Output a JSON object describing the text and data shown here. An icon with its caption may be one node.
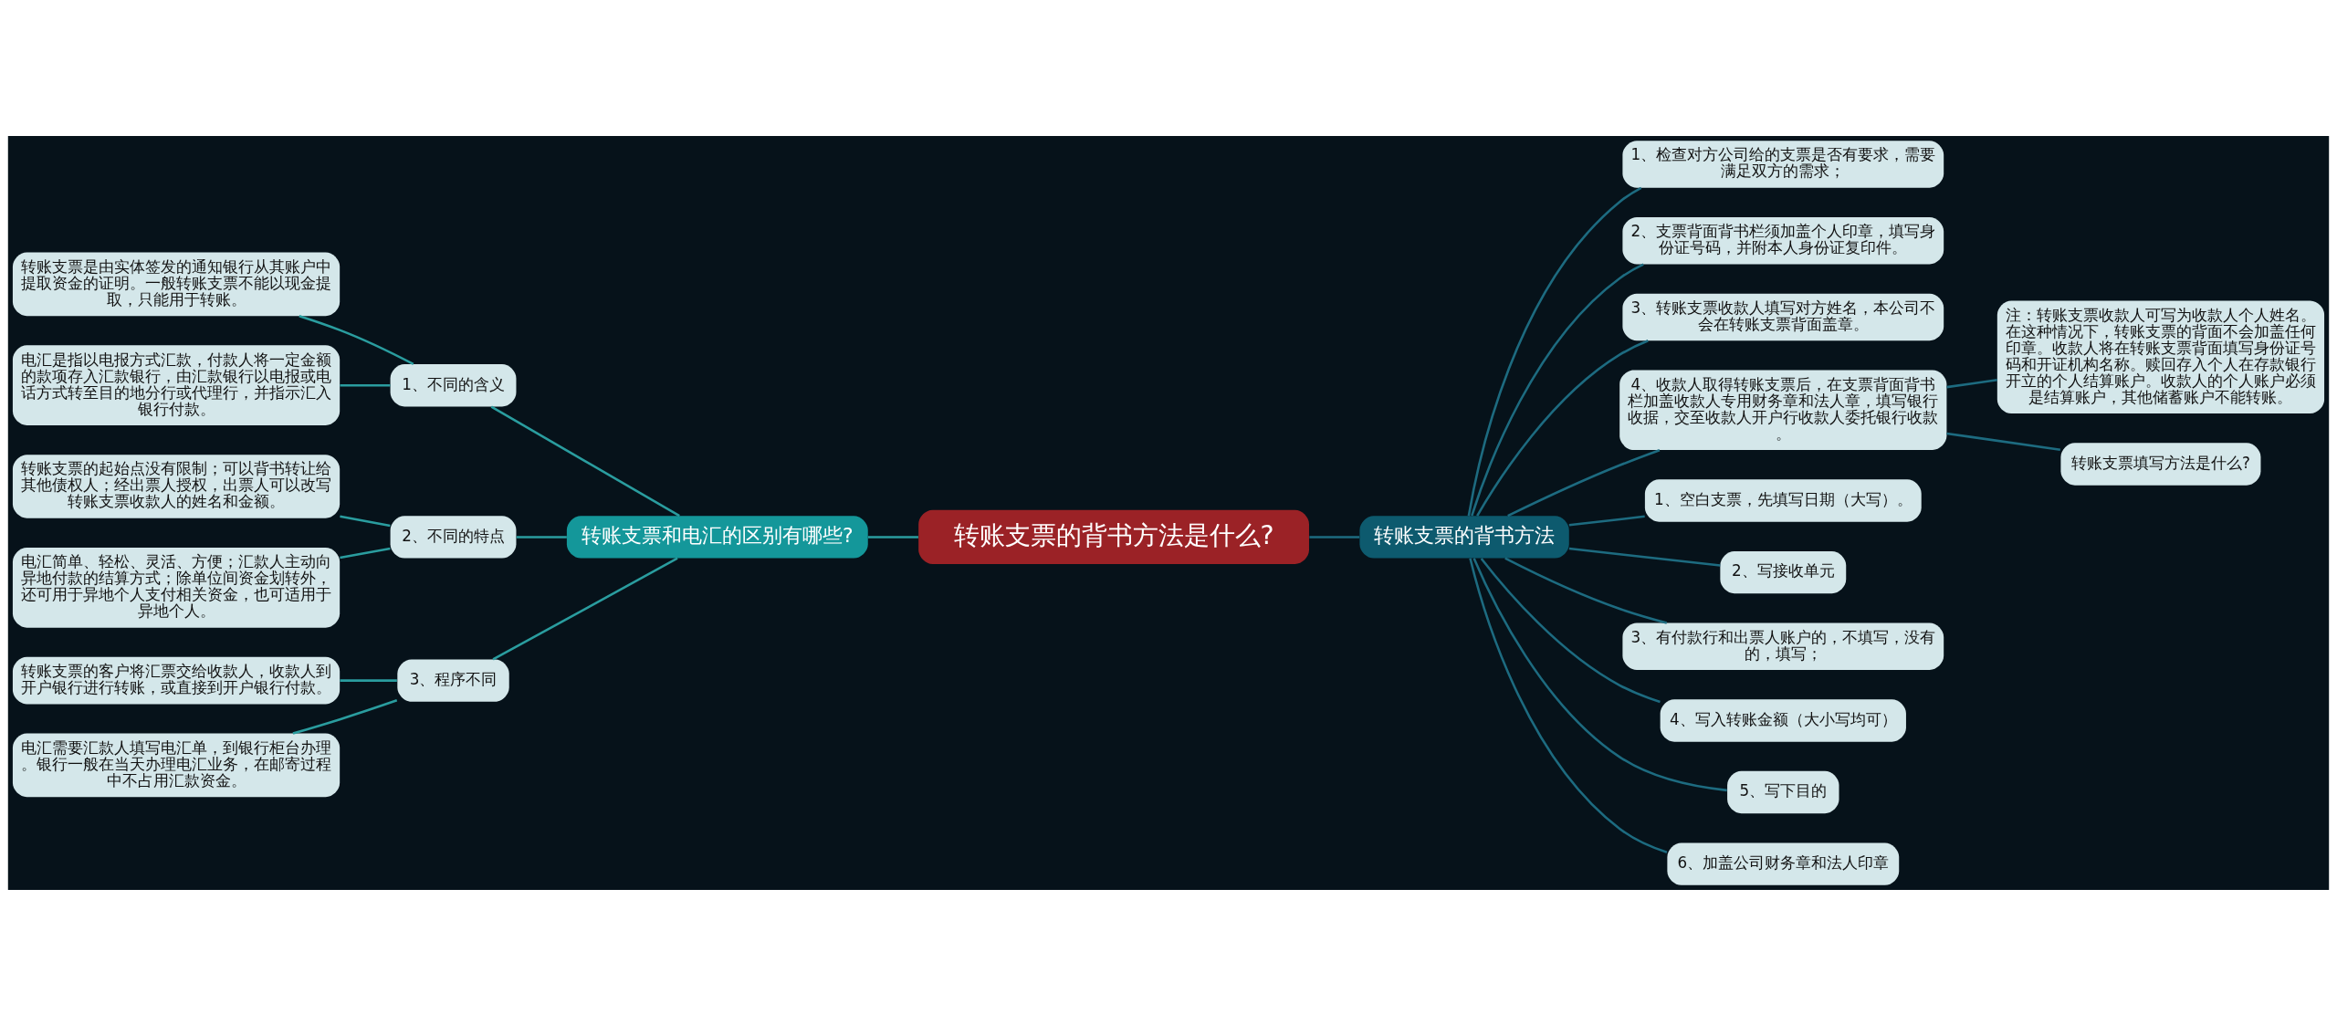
{
  "diagram": {
    "nodes": [
      {
        "text": [
          "转账支票的背书方法是什么?"
        ]
      },
      {
        "text": [
          "转账支票和电汇的区别有哪些?"
        ]
      },
      {
        "text": [
          "1、不同的含义"
        ]
      },
      {
        "text": [
          "转账支票是由实体签发的通知银行从其账户中提取资金的证明。一般转账支票不能以现金提取，只能用于转账。"
        ]
      },
      {
        "text": [
          "电汇是指以电报方式汇款，付款人将一定金额的款项存入汇款银行，由汇款银行以电报或电话方式转至目的地分行或代理行，并指示汇入银行付款。"
        ]
      },
      {
        "text": [
          "2、不同的特点"
        ]
      },
      {
        "text": [
          "转账支票的起始点没有限制；可以背书转让给其他债权人；经出票人授权，出票人可以改写转账支票收款人的姓名和金额。"
        ]
      },
      {
        "text": [
          "电汇简单、轻松、灵活、方便；汇款人主动向异地付款的结算方式；除单位间资金划转外，还可用于异地个人支付相关资金，也可适用于异地个人。"
        ]
      },
      {
        "text": [
          "3、程序不同"
        ]
      },
      {
        "text": [
          "转账支票的客户将汇票交给收款人，收款人到开户银行进行转账，或直接到开户银行付款。"
        ]
      },
      {
        "text": [
          "电汇需要汇款人填写电汇单，到银行柜台办理。银行一般在当天办理电汇业务，在邮寄过程中不占用汇款资金。"
        ]
      },
      {
        "text": [
          "转账支票的背书方法"
        ]
      },
      {
        "text": [
          "1、检查对方公司给的支票是否有要求，需要满足双方的需求；"
        ]
      },
      {
        "text": [
          "2、支票背面背书栏须加盖个人印章，填写身份证号码，并附本人身份证复印件。"
        ]
      },
      {
        "text": [
          "3、转账支票收款人填写对方姓名，本公司不会在转账支票背面盖章。"
        ]
      },
      {
        "text": [
          "4、收款人取得转账支票后，在支票背面背书栏加盖收款人专用财务章和法人章，填写银行收据，交至收款人开户行收款人委托银行收款。"
        ]
      },
      {
        "text": [
          "注：转账支票收款人可写为收款人个人姓名。在这种情况下，转账支票的背面不会加盖任何印章。收款人将在转账支票背面填写身份证号码和开证机构名称。赎回存入个人在存款银行开立的个人结算账户。收款人的个人账户必须是结算账户，其他储蓄账户不能转账。"
        ]
      },
      {
        "text": [
          "转账支票填写方法是什么?"
        ]
      },
      {
        "text": [
          "1、空白支票，先填写日期（大写）。"
        ]
      },
      {
        "text": [
          "2、写接收单元"
        ]
      },
      {
        "text": [
          "3、有付款行和出票人账户的，不填写，没有的，填写；"
        ]
      },
      {
        "text": [
          "4、写入转账金额（大小写均可）"
        ]
      },
      {
        "text": [
          "5、写下目的"
        ]
      },
      {
        "text": [
          "6、加盖公司财务章和法人印章"
        ]
      }
    ],
    "edges": [
      {
        "from": 3,
        "to": 2,
        "arrow": "none",
        "color": "#2a9d9f"
      },
      {
        "from": 4,
        "to": 2,
        "arrow": "none",
        "color": "#2a9d9f"
      },
      {
        "from": 6,
        "to": 5,
        "arrow": "none",
        "color": "#2a9d9f"
      },
      {
        "from": 7,
        "to": 5,
        "arrow": "none",
        "color": "#2a9d9f"
      },
      {
        "from": 9,
        "to": 8,
        "arrow": "none",
        "color": "#2a9d9f"
      },
      {
        "from": 10,
        "to": 8,
        "arrow": "none",
        "color": "#2a9d9f"
      },
      {
        "from": 2,
        "to": 1,
        "arrow": "none",
        "color": "#2a9d9f"
      },
      {
        "from": 5,
        "to": 1,
        "arrow": "none",
        "color": "#2a9d9f"
      },
      {
        "from": 8,
        "to": 1,
        "arrow": "none",
        "color": "#2a9d9f"
      },
      {
        "from": 1,
        "to": 0,
        "arrow": "none",
        "color": "#2a9d9f"
      },
      {
        "from": 0,
        "to": 11,
        "arrow": "none"
      },
      {
        "from": 11,
        "to": 12,
        "arrow": "none"
      },
      {
        "from": 11,
        "to": 13,
        "arrow": "none"
      },
      {
        "from": 11,
        "to": 14,
        "arrow": "none"
      },
      {
        "from": 11,
        "to": 15,
        "arrow": "none"
      },
      {
        "from": 15,
        "to": 16,
        "arrow": "none"
      },
      {
        "from": 15,
        "to": 17,
        "arrow": "none"
      },
      {
        "from": 11,
        "to": 18,
        "arrow": "none"
      },
      {
        "from": 11,
        "to": 19,
        "arrow": "none"
      },
      {
        "from": 11,
        "to": 20,
        "arrow": "none"
      },
      {
        "from": 11,
        "to": 21,
        "arrow": "none"
      },
      {
        "from": 11,
        "to": 22,
        "arrow": "none"
      },
      {
        "from": 11,
        "to": 23,
        "arrow": "none"
      }
    ]
  }
}
